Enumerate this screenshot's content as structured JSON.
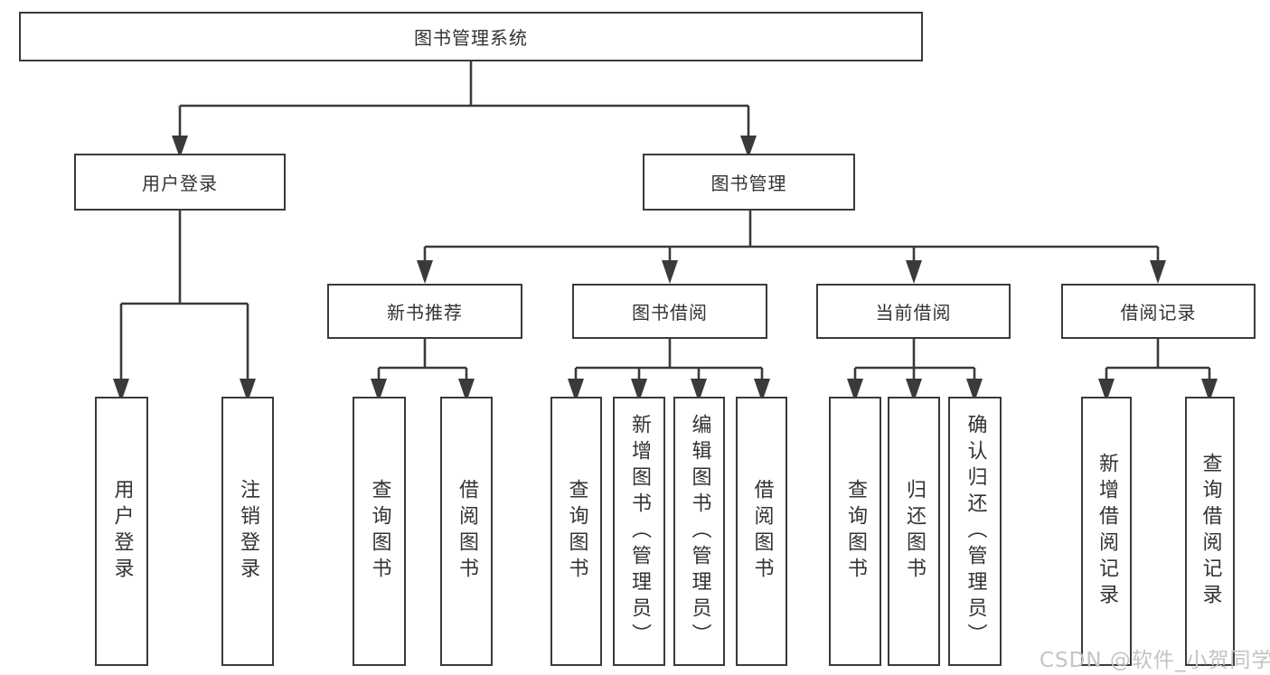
{
  "tree": {
    "label": "图书管理系统",
    "children": [
      {
        "label": "用户登录",
        "children": [
          {
            "label": "用户登录"
          },
          {
            "label": "注销登录"
          }
        ]
      },
      {
        "label": "图书管理",
        "children": [
          {
            "label": "新书推荐",
            "children": [
              {
                "label": "查询图书"
              },
              {
                "label": "借阅图书"
              }
            ]
          },
          {
            "label": "图书借阅",
            "children": [
              {
                "label": "查询图书"
              },
              {
                "label": "新增图书（管理员）"
              },
              {
                "label": "编辑图书（管理员）"
              },
              {
                "label": "借阅图书"
              }
            ]
          },
          {
            "label": "当前借阅",
            "children": [
              {
                "label": "查询图书"
              },
              {
                "label": "归还图书"
              },
              {
                "label": "确认归还（管理员）"
              }
            ]
          },
          {
            "label": "借阅记录",
            "children": [
              {
                "label": "新增借阅记录"
              },
              {
                "label": "查询借阅记录"
              }
            ]
          }
        ]
      }
    ]
  },
  "watermark": {
    "text": "CSDN @软件_小贺同学"
  },
  "colors": {
    "line": "#3a3a3a",
    "text": "#333333",
    "box_background": "#ffffff",
    "watermark": "#c8c2c2",
    "background": "#ffffff"
  }
}
